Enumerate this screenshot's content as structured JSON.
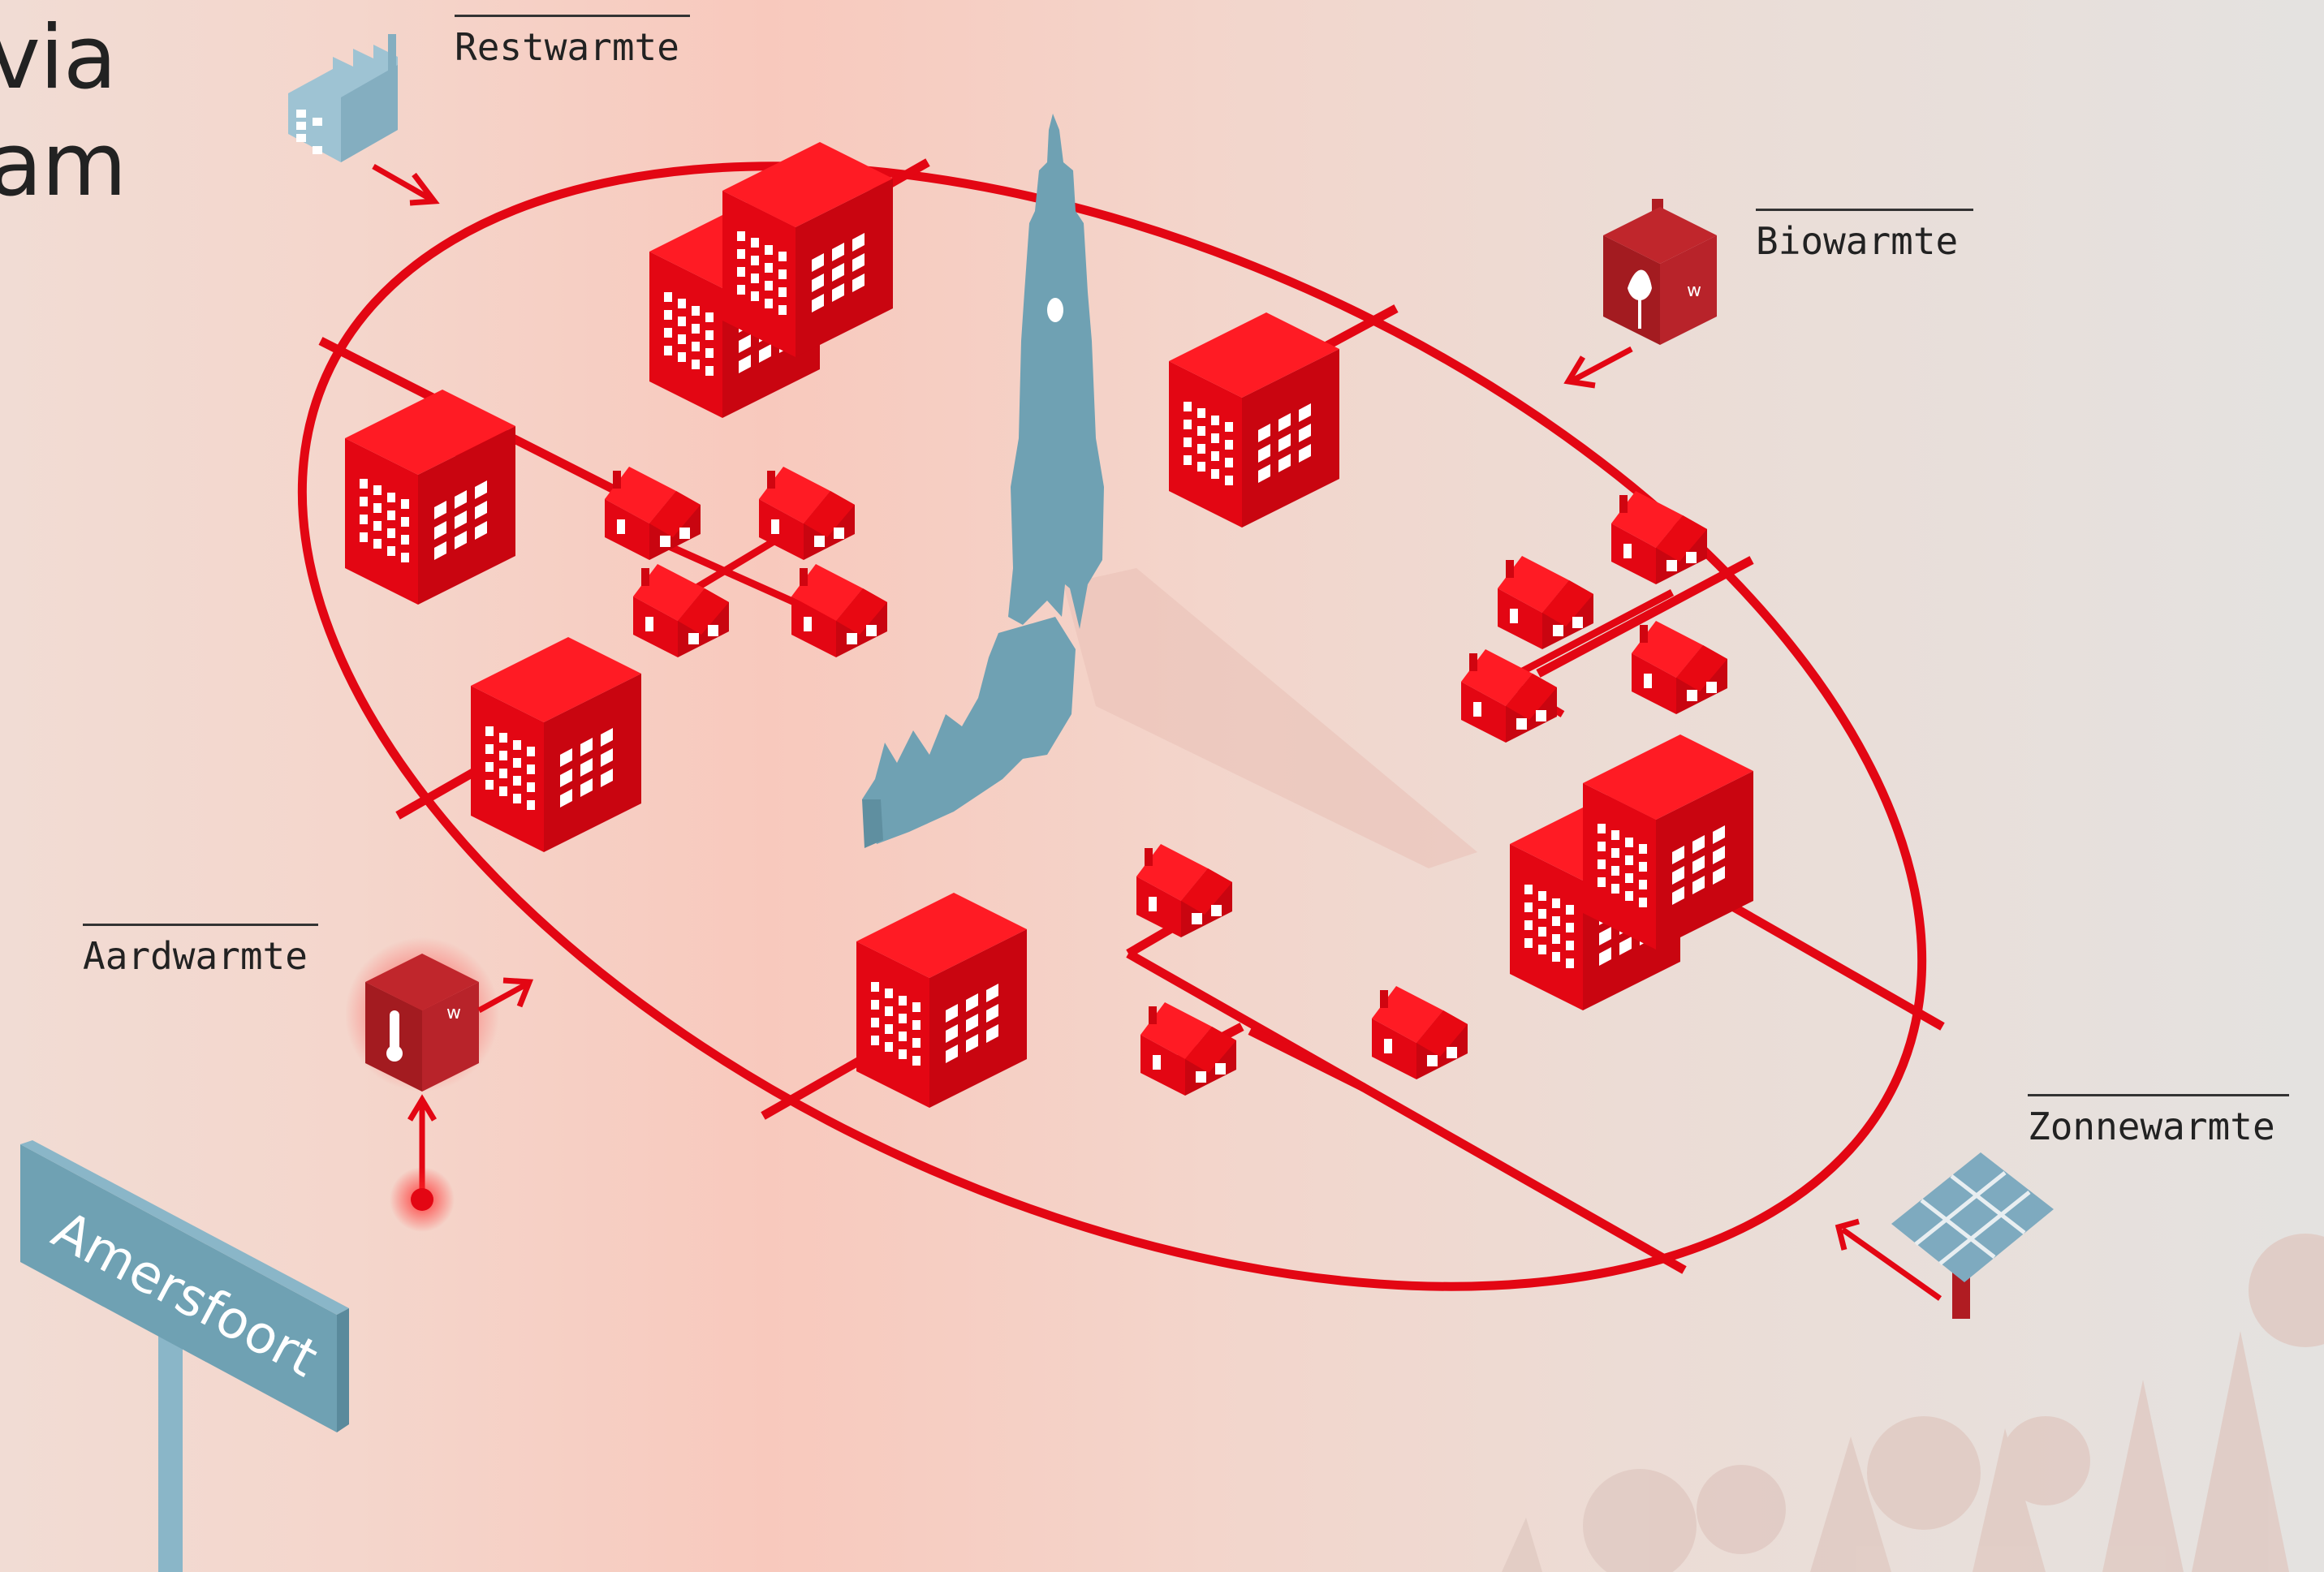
{
  "title": {
    "line1": "via",
    "line2": "am"
  },
  "sources": {
    "restwarmte": "Restwarmte",
    "biowarmte": "Biowarmte",
    "aardwarmte": "Aardwarmte",
    "zonnewarmte": "Zonnewarmte"
  },
  "sign": {
    "city": "Amersfoort"
  },
  "colors": {
    "network": "#e30613",
    "tower": "#6fa1b3",
    "source_box": "#b01c22",
    "background": "#f3d6cc"
  },
  "icons": {
    "restwarmte": "factory-icon",
    "biowarmte": "leaf-box-icon",
    "aardwarmte": "thermometer-box-icon",
    "zonnewarmte": "solar-panel-icon",
    "landmark": "church-tower-icon"
  }
}
